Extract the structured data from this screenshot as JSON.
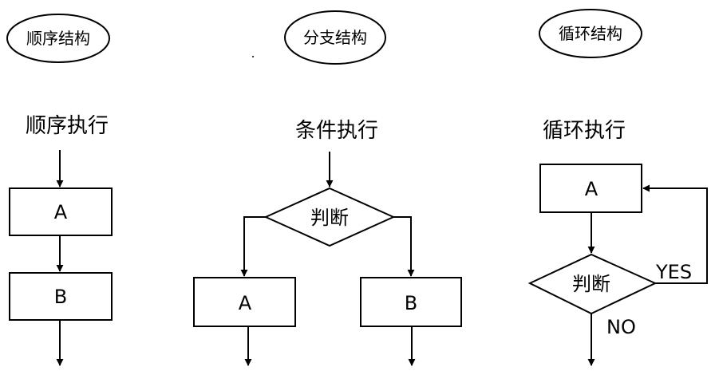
{
  "sequence": {
    "oval_label": "顺序结构",
    "heading": "顺序执行",
    "box_a": "A",
    "box_b": "B"
  },
  "branch": {
    "oval_label": "分支结构",
    "heading": "条件执行",
    "decision": "判断",
    "box_a": "A",
    "box_b": "B"
  },
  "loop": {
    "oval_label": "循环结构",
    "heading": "循环执行",
    "box_a": "A",
    "decision": "判断",
    "yes_label": "YES",
    "no_label": "NO"
  }
}
